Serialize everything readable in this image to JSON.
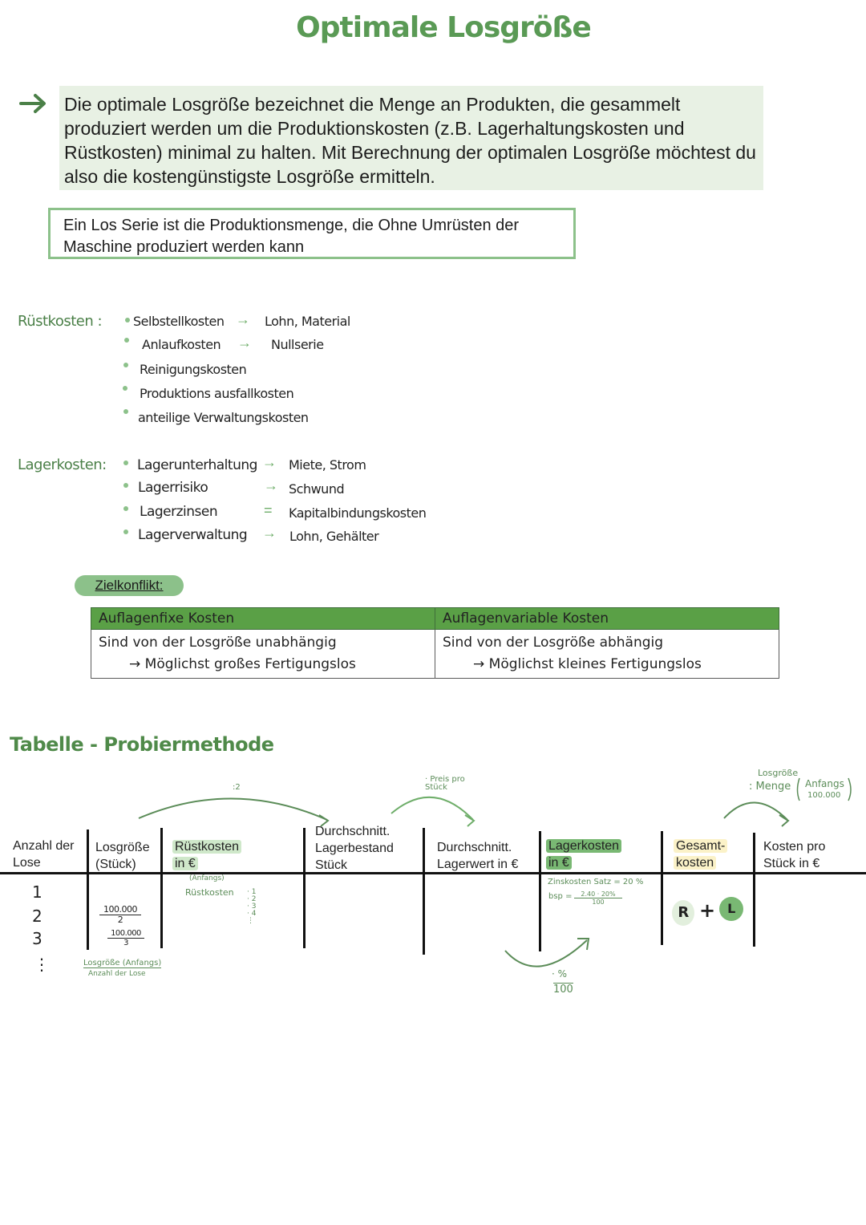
{
  "page": {
    "title": "Optimale Losgröße",
    "definition": "Die optimale Losgröße bezeichnet die Menge an Produkten, die gesammelt produziert werden um die Produktionskosten (z.B. Lagerhaltungskosten und Rüstkosten) minimal zu halten. Mit Berechnung der optimalen Losgröße möchtest du also die kostengünstigste Losgröße ermitteln.",
    "los_definition": "Ein Los Serie ist die Produktionsmenge, die Ohne Umrüsten der Maschine produziert werden kann"
  },
  "ruestkosten": {
    "label": "Rüstkosten :",
    "items": [
      {
        "name": "Selbstellkosten",
        "arrow": "→",
        "detail": "Lohn, Material"
      },
      {
        "name": "Anlaufkosten",
        "arrow": "→",
        "detail": "Nullserie"
      },
      {
        "name": "Reinigungskosten",
        "arrow": "",
        "detail": ""
      },
      {
        "name": "Produktions ausfallkosten",
        "arrow": "",
        "detail": ""
      },
      {
        "name": "anteilige Verwaltungskosten",
        "arrow": "",
        "detail": ""
      }
    ]
  },
  "lagerkosten": {
    "label": "Lagerkosten:",
    "items": [
      {
        "name": "Lagerunterhaltung",
        "arrow": "→",
        "detail": "Miete, Strom"
      },
      {
        "name": "Lagerrisiko",
        "arrow": "→",
        "detail": "Schwund"
      },
      {
        "name": "Lagerzinsen",
        "arrow": "=",
        "detail": "Kapitalbindungskosten"
      },
      {
        "name": "Lagerverwaltung",
        "arrow": "→",
        "detail": "Lohn, Gehälter"
      }
    ]
  },
  "zielkonflikt": {
    "label": "Zielkonflikt:",
    "headers": [
      "Auflagenfixe Kosten",
      "Auflagenvariable Kosten"
    ],
    "row1": [
      "Sind von der Losgröße unabhängig",
      "Sind von der Losgröße abhängig"
    ],
    "row2": [
      "→  Möglichst großes Fertigungslos",
      "→  Möglichst kleines Fertigungslos"
    ]
  },
  "probier": {
    "title": "Tabelle - Probiermethode",
    "columns": [
      {
        "line1": "Anzahl der",
        "line2": "Lose"
      },
      {
        "line1": "Losgröße",
        "line2": "(Stück)"
      },
      {
        "line1": "Rüstkosten",
        "line2": "in €"
      },
      {
        "line1": "Durchschnitt.",
        "line2": "Lagerbestand",
        "line3": "Stück"
      },
      {
        "line1": "Durchschnitt.",
        "line2": "Lagerwert in €"
      },
      {
        "line1": "Lagerkosten",
        "line2": "in €"
      },
      {
        "line1": "Gesamt-",
        "line2": "kosten"
      },
      {
        "line1": "Kosten pro",
        "line2": "Stück in €"
      }
    ],
    "anzahl": [
      "1",
      "2",
      "3",
      "⋮"
    ],
    "losgroesse_fracs": [
      {
        "num": "100.000",
        "den": "2"
      },
      {
        "num": "100.000",
        "den": "3"
      }
    ],
    "losgroesse_note": "Losgröße (Anfangs)",
    "losgroesse_note2": "Anzahl der Lose",
    "ruest_note1": "(Anfangs)",
    "ruest_note2": "Rüstkosten",
    "ruest_divisors": [
      "· 1",
      "· 2",
      "· 3",
      "· 4",
      "⋮"
    ],
    "arc_label_div2": ":2",
    "arc_label_preis": "· Preis pro Stück",
    "arc_label_menge1": "Losgröße",
    "arc_label_menge2": ": Menge",
    "arc_label_anfangs": "Anfangs",
    "arc_label_anfangs_val": "100.000",
    "zins_line1": "Zinskosten Satz = 20 %",
    "zins_line2": "bsp =",
    "zins_frac_num": "2.40 · 20%",
    "zins_frac_den": "100",
    "pct_note": "· %",
    "pct_den": "100",
    "r_label": "R",
    "plus": "+",
    "l_label": "L"
  }
}
